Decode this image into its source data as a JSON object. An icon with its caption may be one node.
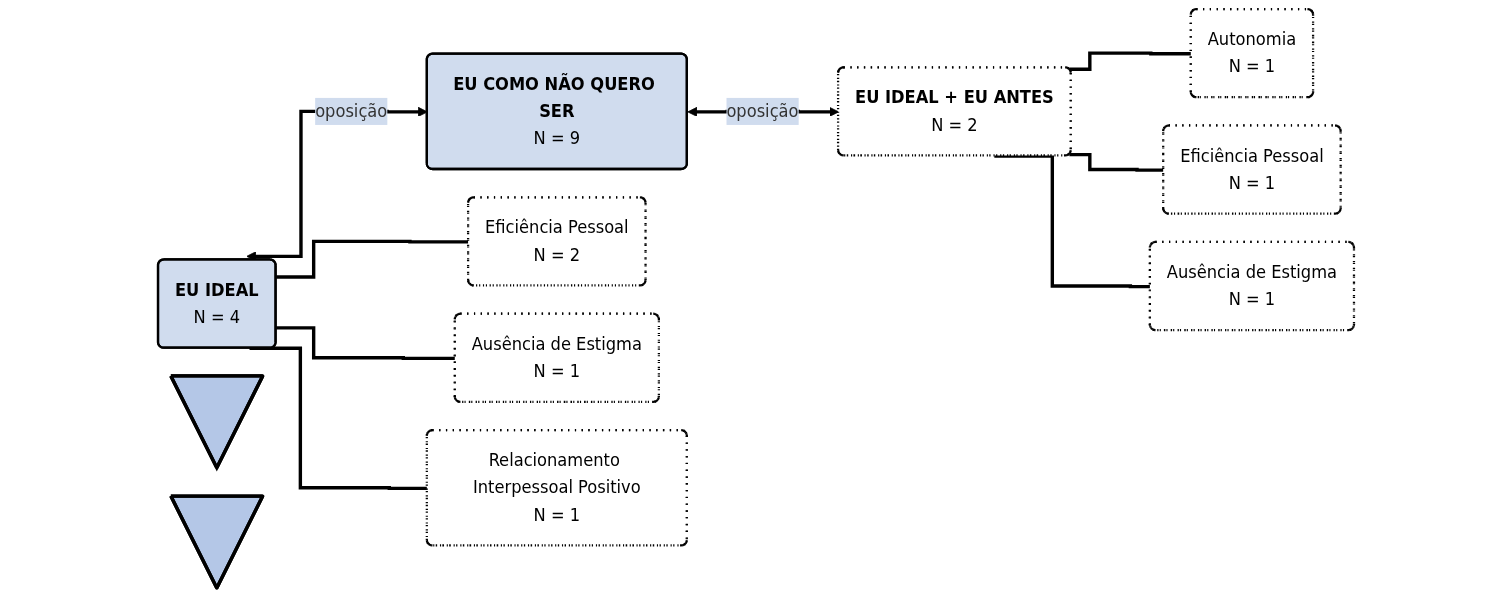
{
  "diagram": {
    "nodes": [
      {
        "text": [
          "EU IDEAL",
          "N = 4"
        ]
      },
      {
        "text": [
          "EU COMO NÃO QUERO SER",
          "N = 9"
        ]
      },
      {
        "text": [
          "EU IDEAL + EU ANTES",
          "N = 2"
        ]
      },
      {
        "text": [
          "Eficiência Pessoal",
          "N = 2"
        ]
      },
      {
        "text": [
          "Ausência de Estigma",
          "N = 1"
        ]
      },
      {
        "text": [
          "Relacionamento Interpessoal Positivo",
          "N = 1"
        ]
      },
      {
        "text": [
          "Autonomia",
          "N = 1"
        ]
      },
      {
        "text": [
          "Eficiência Pessoal",
          "N = 1"
        ]
      },
      {
        "text": [
          "Ausência de Estigma",
          "N = 1"
        ]
      },
      {
        "text": [],
        "shape": "triangle"
      },
      {
        "text": [],
        "shape": "triangle"
      }
    ],
    "edges": [
      {
        "from": 0,
        "to": 1,
        "arrow": "both",
        "label": "oposição"
      },
      {
        "from": 1,
        "to": 2,
        "arrow": "both",
        "label": "oposição"
      },
      {
        "from": 0,
        "to": 3,
        "arrow": "none"
      },
      {
        "from": 0,
        "to": 4,
        "arrow": "none"
      },
      {
        "from": 0,
        "to": 5,
        "arrow": "none"
      },
      {
        "from": 2,
        "to": 6,
        "arrow": "none"
      },
      {
        "from": 2,
        "to": 7,
        "arrow": "none"
      },
      {
        "from": 2,
        "to": 8,
        "arrow": "none"
      }
    ]
  }
}
